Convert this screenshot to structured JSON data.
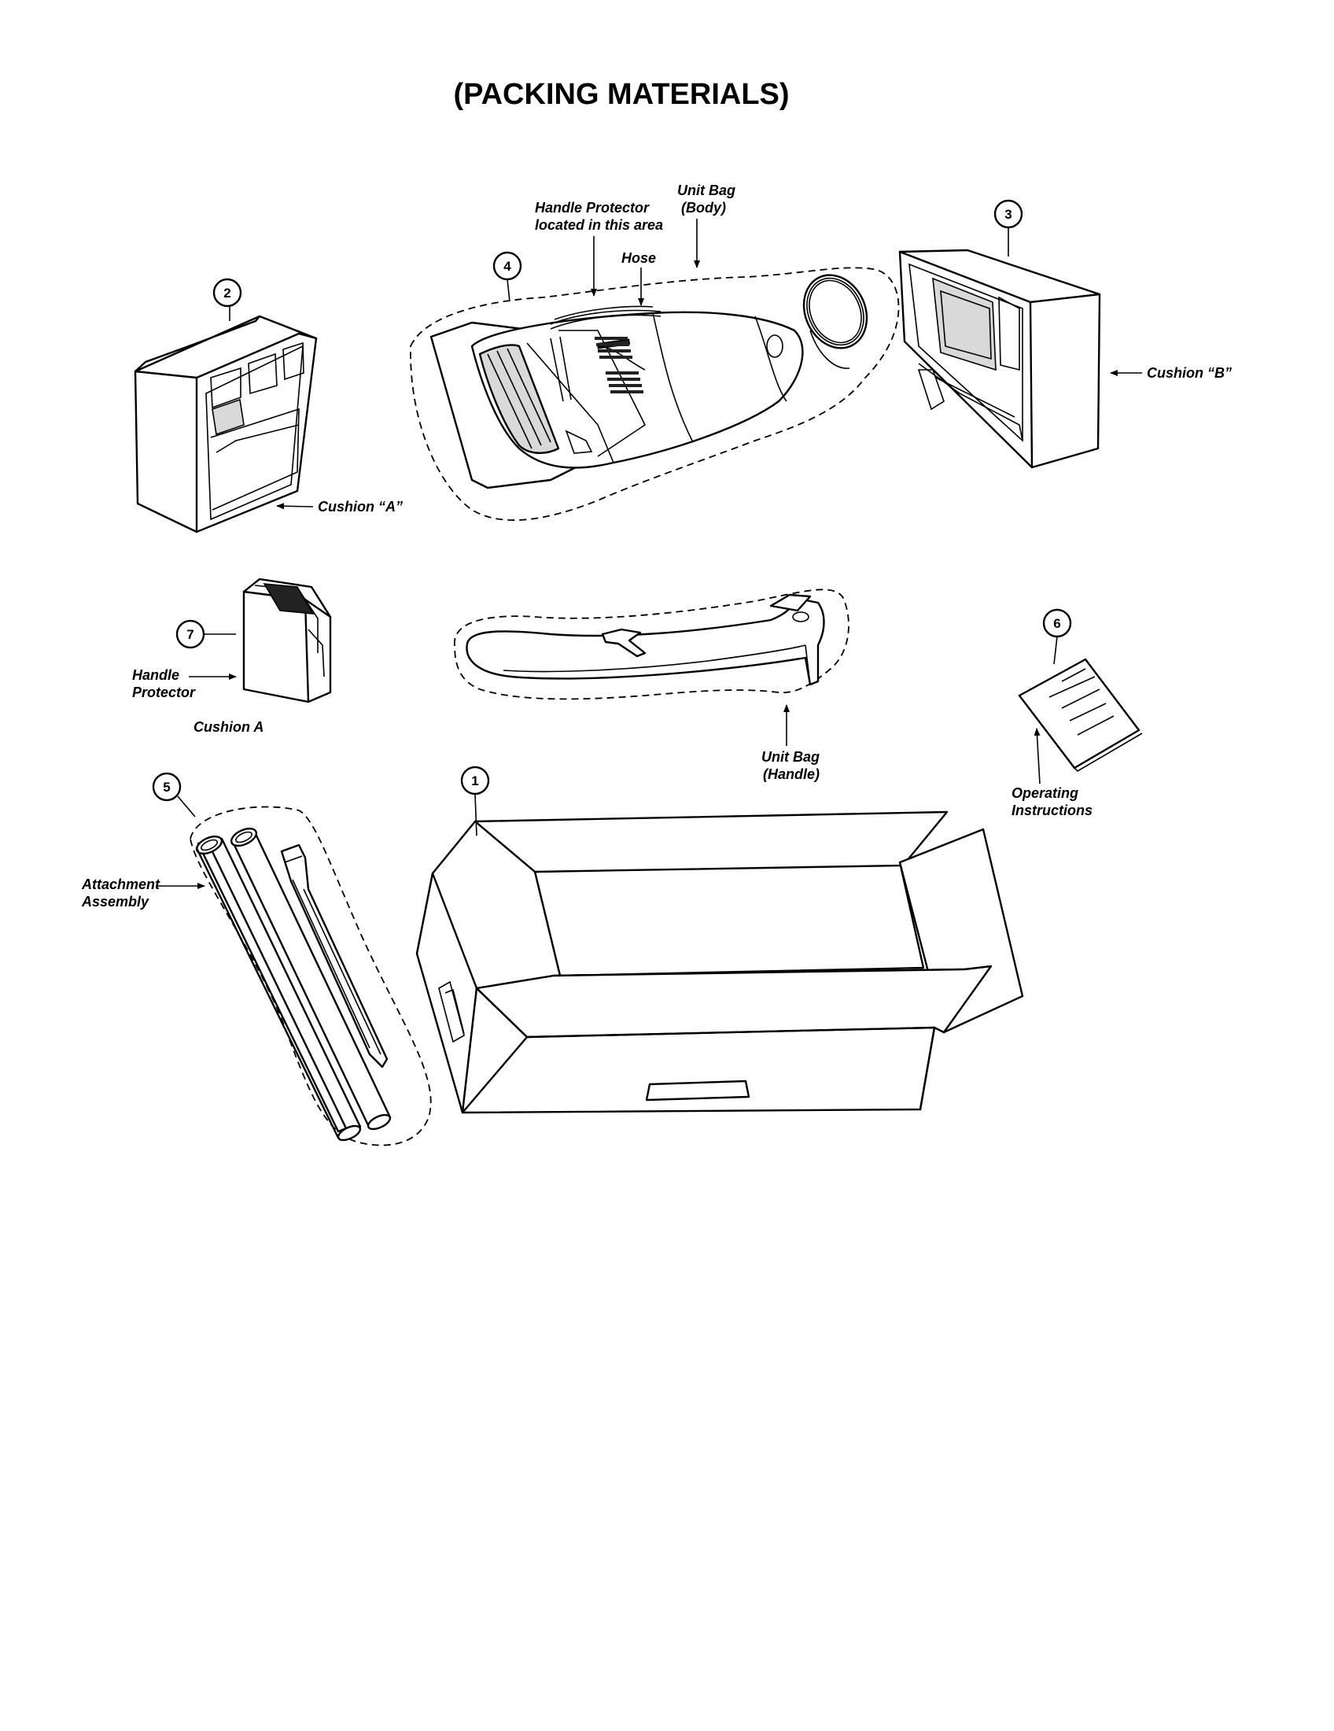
{
  "title": "(PACKING MATERIALS)",
  "colors": {
    "ink": "#000000",
    "paper": "#ffffff",
    "shade": "#d9d9d9"
  },
  "parts": [
    {
      "number": "1",
      "name": "carton-box"
    },
    {
      "number": "2",
      "name": "cushion-a"
    },
    {
      "number": "3",
      "name": "cushion-b"
    },
    {
      "number": "4",
      "name": "unit-bag-body"
    },
    {
      "number": "5",
      "name": "attachment-assembly"
    },
    {
      "number": "6",
      "name": "operating-instructions"
    },
    {
      "number": "7",
      "name": "handle-protector"
    }
  ],
  "labels": {
    "cushion_a": "Cushion “A”",
    "cushion_b": "Cushion “B”",
    "handle_protector_located_1": "Handle Protector",
    "handle_protector_located_2": "located in this area",
    "hose": "Hose",
    "unit_bag_body_1": "Unit Bag",
    "unit_bag_body_2": "(Body)",
    "handle_protector_1": "Handle",
    "handle_protector_2": "Protector",
    "cushion_a_caption": "Cushion A",
    "unit_bag_handle_1": "Unit Bag",
    "unit_bag_handle_2": "(Handle)",
    "operating_instructions_1": "Operating",
    "operating_instructions_2": "Instructions",
    "attachment_assembly_1": "Attachment",
    "attachment_assembly_2": "Assembly"
  }
}
